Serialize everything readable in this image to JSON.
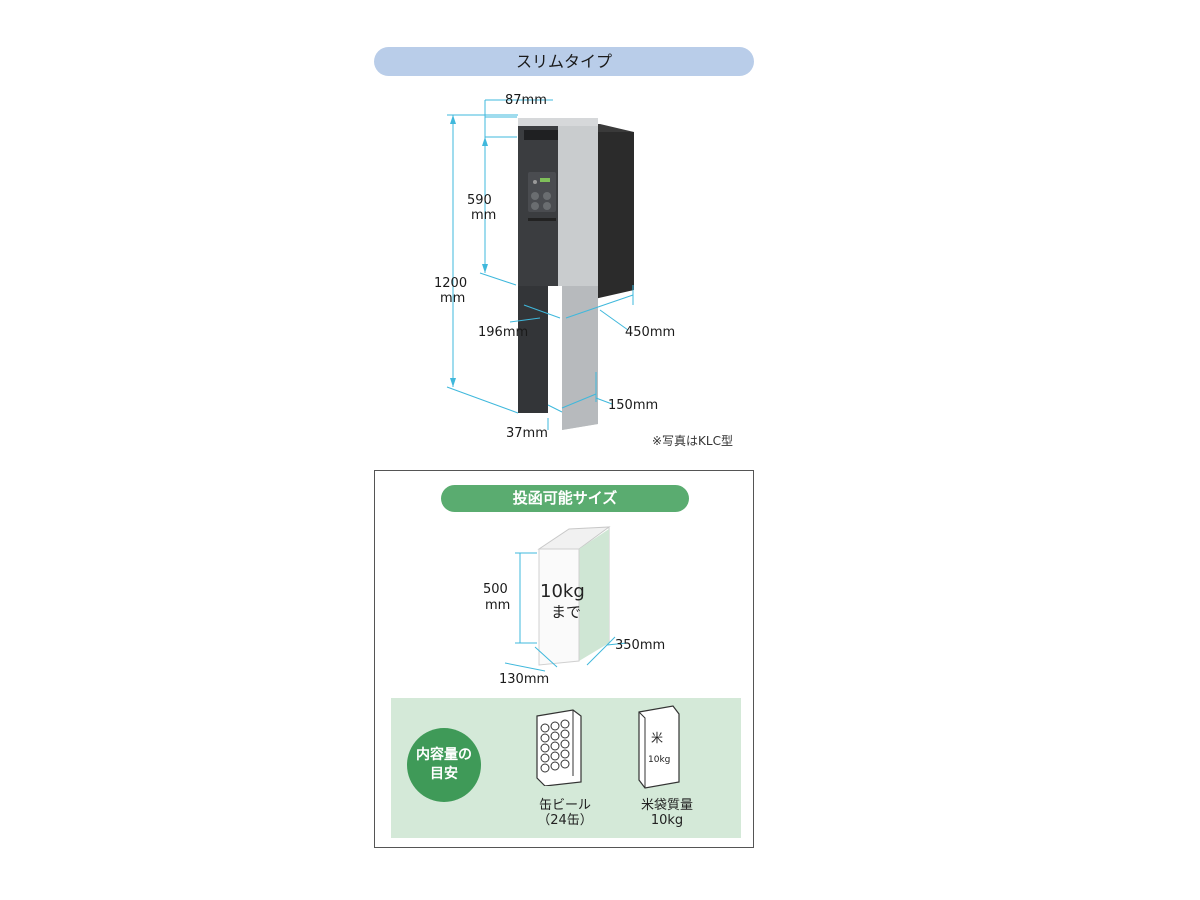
{
  "title": "スリムタイプ",
  "dimensions": {
    "top_depth": "87mm",
    "slot_height_value": "590",
    "slot_height_unit": "mm",
    "total_height_value": "1200",
    "total_height_unit": "mm",
    "width": "196mm",
    "depth": "450mm",
    "post_width": "150mm",
    "post_depth": "37mm"
  },
  "note": "※写真はKLC型",
  "deliverable": {
    "title": "投函可能サイズ",
    "height_value": "500",
    "height_unit": "mm",
    "width": "130mm",
    "depth": "350mm",
    "weight_line1": "10kg",
    "weight_line2": "まで"
  },
  "capacity": {
    "label_line1": "内容量の",
    "label_line2": "目安",
    "beer_line1": "缶ビール",
    "beer_line2": "（24缶）",
    "rice_line1": "米袋質量",
    "rice_line2": "10kg",
    "rice_icon_text_1": "米",
    "rice_icon_text_2": "10kg"
  },
  "colors": {
    "title_pill": "#b9cde9",
    "panel_pill": "#5aac70",
    "capacity_bg": "#d4e9d8",
    "capacity_circle": "#3f9a58",
    "dimension_line": "#3fb8dc"
  }
}
